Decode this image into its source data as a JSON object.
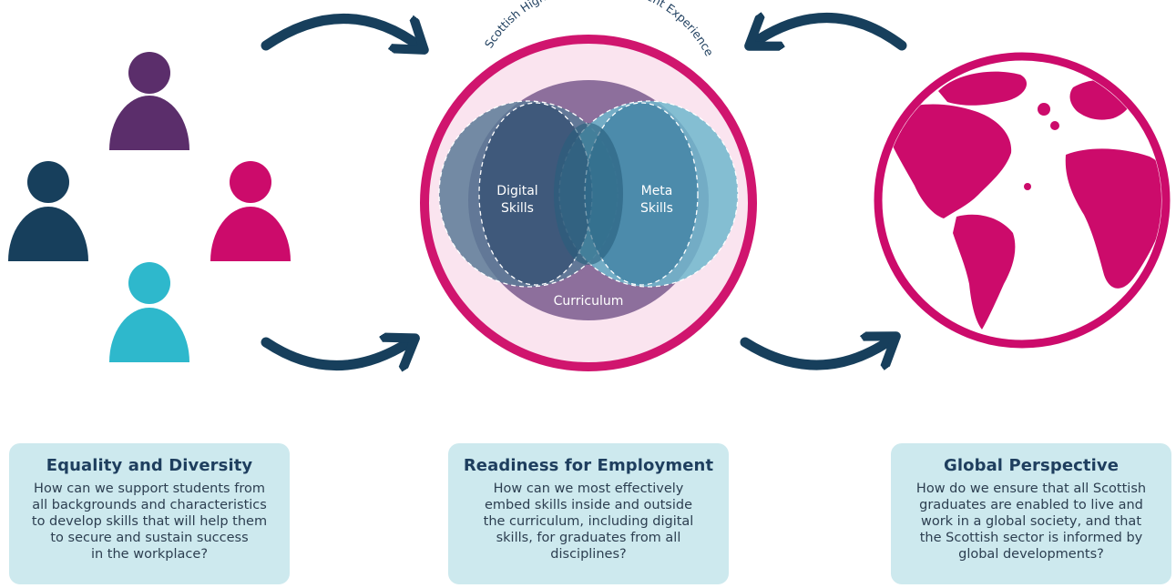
{
  "diagram": {
    "arc_title": "Scottish Higher Education Student Experience",
    "circles": {
      "digital_line1": "Digital",
      "digital_line2": "Skills",
      "meta_line1": "Meta",
      "meta_line2": "Skills",
      "curriculum": "Curriculum"
    }
  },
  "cards": {
    "equality": {
      "title": "Equality and Diversity",
      "lines": [
        "How can we support students from",
        "all backgrounds and characteristics",
        "to develop skills that will help them",
        "to secure and sustain success",
        "in the workplace?"
      ]
    },
    "readiness": {
      "title": "Readiness for Employment",
      "lines": [
        "How can we most effectively",
        "embed skills inside and outside",
        "the curriculum, including digital",
        "skills, for graduates from all",
        "disciplines?"
      ]
    },
    "global": {
      "title": "Global Perspective",
      "lines": [
        "How do we ensure that all Scottish",
        "graduates are enabled to live and",
        "work in a global society, and that",
        "the Scottish sector is informed by",
        "global developments?"
      ]
    }
  },
  "colors": {
    "navy": "#173f5c",
    "purple": "#5b2e6b",
    "magenta": "#cc0b6b",
    "teal": "#2eb8cc",
    "card_bg": "#cde9ee",
    "ring": "#d0156e",
    "ring_fill": "#fae4ef"
  },
  "icons": [
    "person-icon",
    "curved-arrow-icon",
    "globe-icon"
  ]
}
